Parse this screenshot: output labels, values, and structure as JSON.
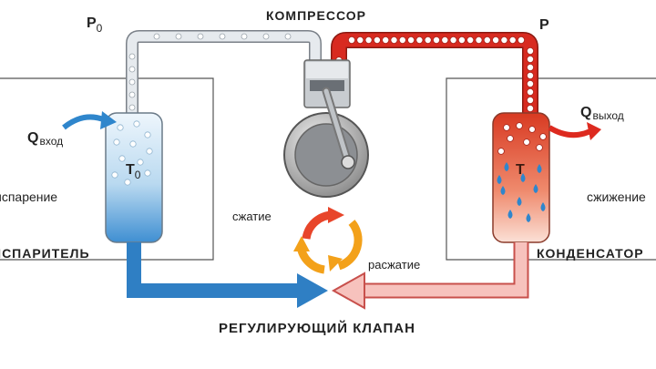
{
  "labels": {
    "compressor": "КОМПРЕССОР",
    "p0_main": "P",
    "p0_sub": "0",
    "p_high": "P",
    "q_in_main": "Q",
    "q_in_sub": "вход",
    "q_out_main": "Q",
    "q_out_sub": "выход",
    "t0_main": "T",
    "t0_sub": "0",
    "t_main": "T",
    "evaporation": "испарение",
    "condensation": "сжижение",
    "evaporator": "ИСПАРИТЕЛЬ",
    "condenser": "КОНДЕНСАТОР",
    "compression": "сжатие",
    "expansion": "расжатие",
    "valve": "РЕГУЛИРУЮЩИЙ КЛАПАН"
  },
  "colors": {
    "cold": "#2f86cc",
    "cold_light": "#bfe0f5",
    "hot": "#dd2a1f",
    "hot_light": "#f6b3ae",
    "pipe_gray": "#d8dde2",
    "arrow_orange": "#f3a11a",
    "arrow_red": "#e2462b",
    "outline": "#555555"
  }
}
